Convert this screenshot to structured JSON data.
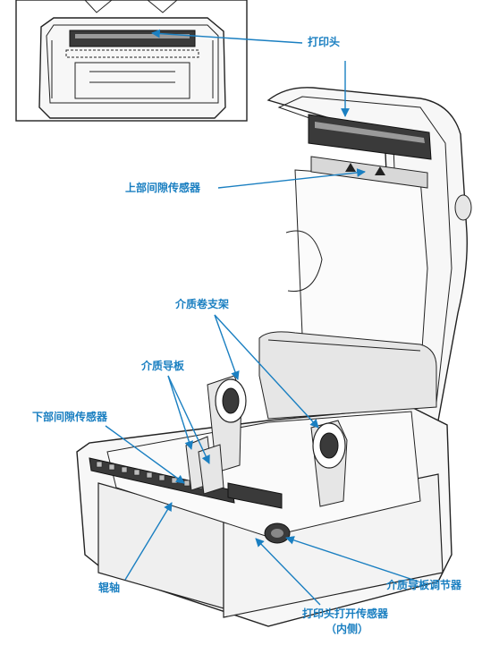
{
  "labels": {
    "printhead": "打印头",
    "upper_gap_sensor": "上部间隙传感器",
    "media_roll_holder": "介质卷支架",
    "media_guide": "介质导板",
    "lower_gap_sensor": "下部间隙传感器",
    "platen_roller": "辊轴",
    "media_guide_adjuster": "介质导板调节器",
    "head_open_sensor_line1": "打印头打开传感器",
    "head_open_sensor_line2": "（内侧）"
  },
  "colors": {
    "callout": "#1a7fc1",
    "outline": "#222222"
  }
}
